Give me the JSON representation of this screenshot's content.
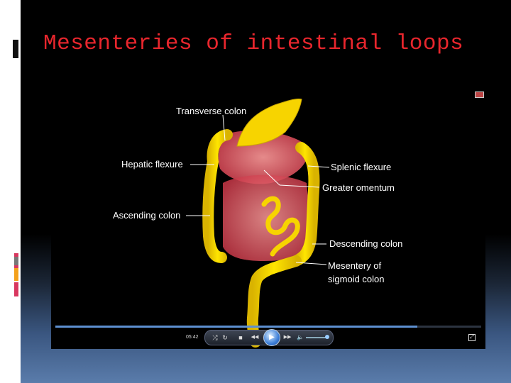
{
  "slide": {
    "title": "Mesenteries of intestinal loops",
    "colors": {
      "title": "#e8262d",
      "intestine": "#f7d400",
      "mesentery": "#e05560",
      "background_top": "#000000",
      "background_bottom": "#5a7cab"
    }
  },
  "diagram": {
    "labels": {
      "transverse_colon": "Transverse colon",
      "hepatic_flexure": "Hepatic flexure",
      "ascending_colon": "Ascending colon",
      "splenic_flexure": "Splenic flexure",
      "greater_omentum": "Greater omentum",
      "descending_colon": "Descending colon",
      "mesentery_sigmoid_1": "Mesentery of",
      "mesentery_sigmoid_2": "sigmoid colon"
    }
  },
  "player": {
    "time": "05:42",
    "progress": 0.85,
    "controls": {
      "shuffle": "⤮",
      "repeat": "↻",
      "stop": "■",
      "previous": "◀◀",
      "play": "▶",
      "next": "▶▶",
      "volume": "🔈"
    },
    "volume_level": 0.9
  }
}
